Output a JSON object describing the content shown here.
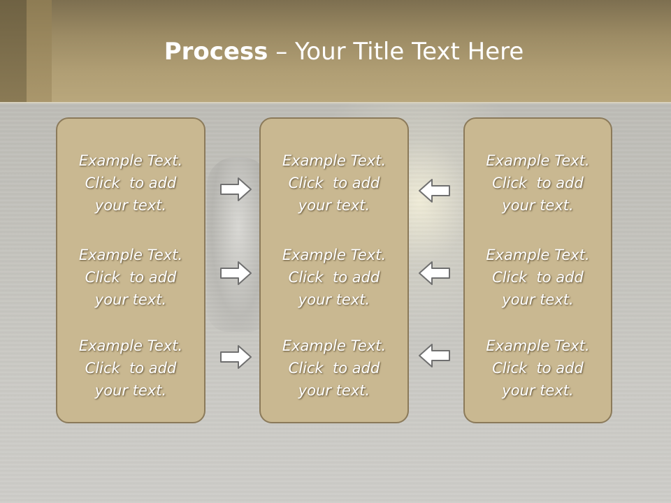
{
  "slide": {
    "title_bold": "Process",
    "title_rest": " – Your Title Text Here"
  },
  "columns": [
    {
      "items": [
        {
          "line1": "Example Text.",
          "line2": "Click  to add",
          "line3": "your text."
        },
        {
          "line1": "Example Text.",
          "line2": "Click  to add",
          "line3": "your text."
        },
        {
          "line1": "Example Text.",
          "line2": "Click  to add",
          "line3": "your text."
        }
      ]
    },
    {
      "items": [
        {
          "line1": "Example Text.",
          "line2": "Click  to add",
          "line3": "your text."
        },
        {
          "line1": "Example Text.",
          "line2": "Click  to add",
          "line3": "your text."
        },
        {
          "line1": "Example Text.",
          "line2": "Click  to add",
          "line3": "your text."
        }
      ]
    },
    {
      "items": [
        {
          "line1": "Example Text.",
          "line2": "Click  to add",
          "line3": "your text."
        },
        {
          "line1": "Example Text.",
          "line2": "Click  to add",
          "line3": "your text."
        },
        {
          "line1": "Example Text.",
          "line2": "Click  to add",
          "line3": "your text."
        }
      ]
    }
  ],
  "arrows": {
    "left_group": [
      "arrow-right-icon",
      "arrow-right-icon",
      "arrow-right-icon"
    ],
    "right_group": [
      "arrow-left-icon",
      "arrow-left-icon",
      "arrow-left-icon"
    ]
  },
  "colors": {
    "header": "#b09e74",
    "box_fill": "#c9b891",
    "box_border": "#8b7a5a",
    "text": "#ffffff"
  }
}
